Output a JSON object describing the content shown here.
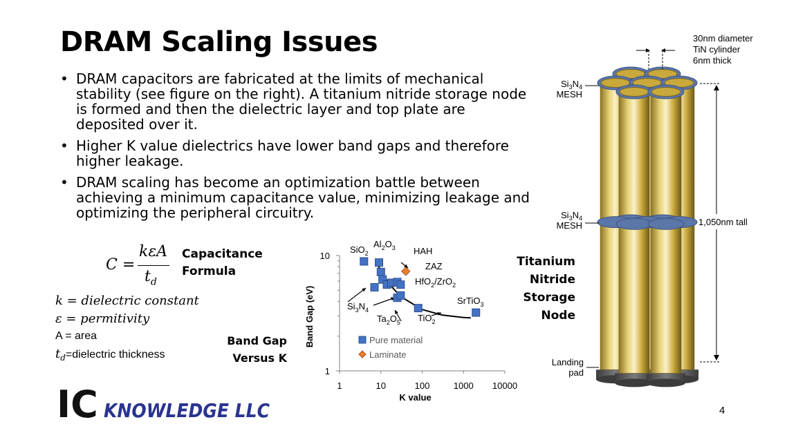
{
  "slide": {
    "title": "DRAM Scaling Issues",
    "bullets": [
      "DRAM capacitors are fabricated at the limits of mechanical stability (see figure on the right). A titanium nitride storage node is formed and then the dielectric layer and top plate are deposited over it.",
      "Higher K value dielectrics have lower band gaps and therefore higher leakage.",
      "DRAM scaling has become an optimization battle between achieving a minimum capacitance value, minimizing leakage and optimizing the peripheral circuitry."
    ],
    "page_number": "4"
  },
  "formula": {
    "lhs": "C =",
    "numerator": "kεA",
    "denominator": "t_d",
    "label_line1": "Capacitance",
    "label_line2": "Formula",
    "def_k": "k = dielectric constant",
    "def_e": "ε = permitivity",
    "def_a": "A = area",
    "def_t_symbol": "t",
    "def_t_sub": "d",
    "def_t_text": "=dielectric thickness"
  },
  "bandgap_label": {
    "line1": "Band Gap",
    "line2": "Versus K"
  },
  "chart_data": {
    "type": "scatter",
    "xlabel": "K value",
    "ylabel": "Band Gap (eV)",
    "xscale": "log",
    "yscale": "log",
    "xlim": [
      1,
      10000
    ],
    "ylim": [
      1,
      10
    ],
    "xticks": [
      "1",
      "10",
      "100",
      "1000",
      "10000"
    ],
    "yticks": [
      "1",
      "10"
    ],
    "legend": [
      "Pure material",
      "Laminate"
    ],
    "legend_position": "bottom-right",
    "series": [
      {
        "name": "Pure material",
        "color": "#4472C4",
        "points": [
          [
            3.9,
            8.9
          ],
          [
            9,
            8.7
          ],
          [
            7,
            5.3
          ],
          [
            10,
            7.2
          ],
          [
            11,
            6.2
          ],
          [
            14,
            5.6
          ],
          [
            18,
            5.8
          ],
          [
            25,
            5.9
          ],
          [
            25,
            4.3
          ],
          [
            30,
            4.5
          ],
          [
            30,
            5.6
          ],
          [
            80,
            3.5
          ],
          [
            2000,
            3.2
          ]
        ]
      },
      {
        "name": "Laminate",
        "color": "#ED7D31",
        "points": [
          [
            40,
            7.3
          ]
        ]
      }
    ],
    "trend_curve": [
      [
        8,
        8.5
      ],
      [
        15,
        5.8
      ],
      [
        30,
        4.4
      ],
      [
        100,
        3.4
      ],
      [
        300,
        3.05
      ],
      [
        1000,
        2.9
      ],
      [
        1500,
        2.88
      ]
    ],
    "annotations": {
      "sio2": {
        "base": "SiO",
        "sub": "2"
      },
      "al2o3": {
        "parts": [
          [
            "Al",
            ""
          ],
          [
            "2",
            "sub"
          ],
          [
            "O",
            ""
          ],
          [
            "3",
            "sub"
          ]
        ]
      },
      "hah": "HAH",
      "zaz": "ZAZ",
      "hfzr": {
        "parts": [
          [
            "HfO",
            ""
          ],
          [
            "2",
            "sub"
          ],
          [
            "/ZrO",
            ""
          ],
          [
            "2",
            "sub"
          ]
        ]
      },
      "si3n4": {
        "parts": [
          [
            "Si",
            ""
          ],
          [
            "3",
            "sub"
          ],
          [
            "N",
            ""
          ],
          [
            "4",
            "sub"
          ]
        ]
      },
      "ta2o5": {
        "parts": [
          [
            "Ta",
            ""
          ],
          [
            "2",
            "sub"
          ],
          [
            "O",
            ""
          ],
          [
            "5",
            "sub"
          ]
        ]
      },
      "tio2": {
        "base": "TiO",
        "sub": "2"
      },
      "srtio3": {
        "base": "SrTiO",
        "sub": "3"
      }
    }
  },
  "tin_label": [
    "Titanium",
    "Nitride",
    "Storage",
    "Node"
  ],
  "capacitor_figure": {
    "diameter_line1": "30nm diameter",
    "diameter_line2": "TiN cylinder",
    "diameter_line3": "6nm thick",
    "mesh_top_si": "Si",
    "mesh_top_sub1": "3",
    "mesh_top_n": "N",
    "mesh_top_sub2": "4",
    "mesh_top_word": "MESH",
    "mesh_mid_si": "Si",
    "mesh_mid_sub1": "3",
    "mesh_mid_n": "N",
    "mesh_mid_sub2": "4",
    "mesh_mid_word": "MESH",
    "height_label": "1,050nm tall",
    "landing_line1": "Landing",
    "landing_line2": "pad",
    "colors": {
      "gold": "#C9A93C",
      "mesh": "#5B76A8",
      "pad": "#555555"
    }
  },
  "logo": {
    "ic": "IC",
    "knowledge": "KNOWLEDGE LLC"
  }
}
